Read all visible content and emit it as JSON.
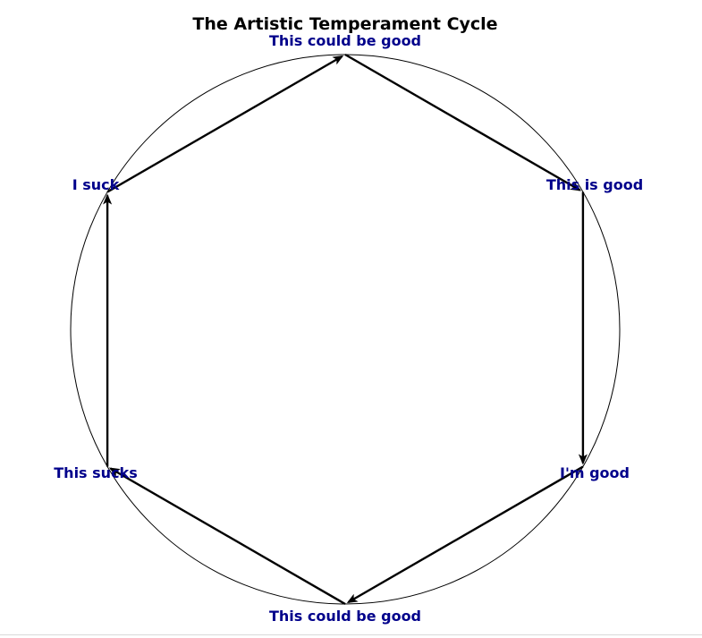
{
  "diagram": {
    "title": "The Artistic Temperament Cycle",
    "nodes": [
      {
        "id": "top",
        "label": "This could be good"
      },
      {
        "id": "upper-right",
        "label": "This is good"
      },
      {
        "id": "lower-right",
        "label": "I'm good"
      },
      {
        "id": "bottom",
        "label": "This could be good"
      },
      {
        "id": "lower-left",
        "label": "This sucks"
      },
      {
        "id": "upper-left",
        "label": "I suck"
      }
    ],
    "edges": [
      {
        "from": "top",
        "to": "upper-right"
      },
      {
        "from": "upper-right",
        "to": "lower-right"
      },
      {
        "from": "lower-right",
        "to": "bottom"
      },
      {
        "from": "bottom",
        "to": "lower-left"
      },
      {
        "from": "lower-left",
        "to": "upper-left"
      },
      {
        "from": "upper-left",
        "to": "top"
      }
    ],
    "colors": {
      "label": "#00008b",
      "edge": "#000000",
      "circle": "#000000",
      "title": "#000000"
    }
  }
}
